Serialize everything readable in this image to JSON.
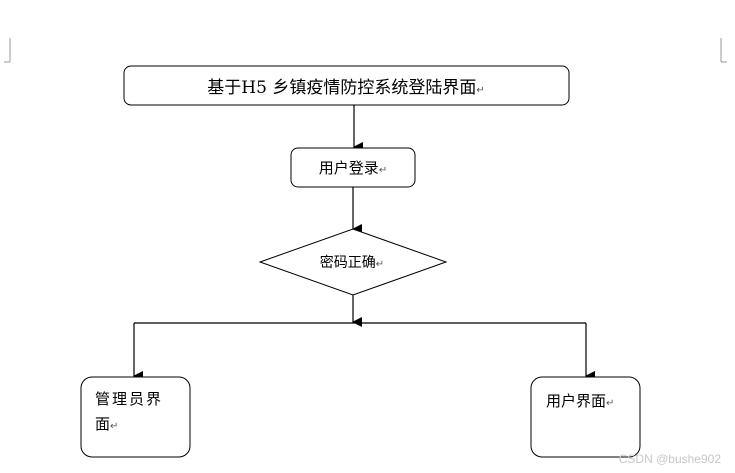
{
  "nodes": {
    "title": "基于H5 乡镇疫情防控系统登陆界面",
    "login": "用户登录",
    "decision": "密码正确",
    "admin_line1": "管理员界",
    "admin_line2": "面",
    "user": "用户界面"
  },
  "para_mark": "↵",
  "watermark": "CSDN @bushe902"
}
